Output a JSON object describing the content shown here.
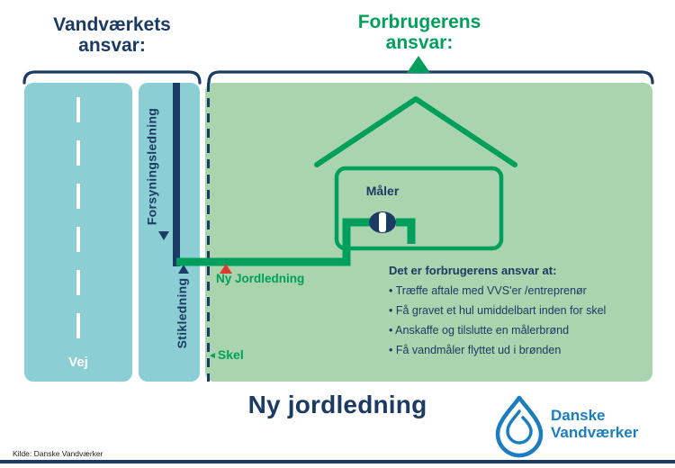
{
  "colors": {
    "navy": "#1b3a64",
    "green": "#00a05c",
    "teal": "#8bced3",
    "light_green": "#a9d4ae",
    "red": "#e03a2f",
    "logo_blue": "#1b7dc0"
  },
  "headings": {
    "left": {
      "line1": "Vandværkets",
      "line2": "ansvar:"
    },
    "right": {
      "line1": "Forbrugerens",
      "line2": "ansvar:"
    }
  },
  "diagram": {
    "road_label": "Vej",
    "supply_line_label": "Forsyningsledning",
    "service_line_label": "Stikledning",
    "meter_label": "Måler",
    "new_ground_line_label": "Ny Jordledning",
    "boundary_arrow": "◄",
    "boundary_label": "Skel"
  },
  "responsibilities": {
    "title": "Det er forbrugerens ansvar at:",
    "bullets": [
      "• Træffe aftale med VVS'er /entreprenør",
      "• Få gravet et hul umiddelbart inden for skel",
      "• Anskaffe og tilslutte en målerbrønd",
      "• Få vandmåler flyttet ud i brønden"
    ]
  },
  "footer": {
    "title": "Ny jordledning",
    "source": "Kilde: Danske Vandværker",
    "logo_line1": "Danske",
    "logo_line2": "Vandværker"
  }
}
